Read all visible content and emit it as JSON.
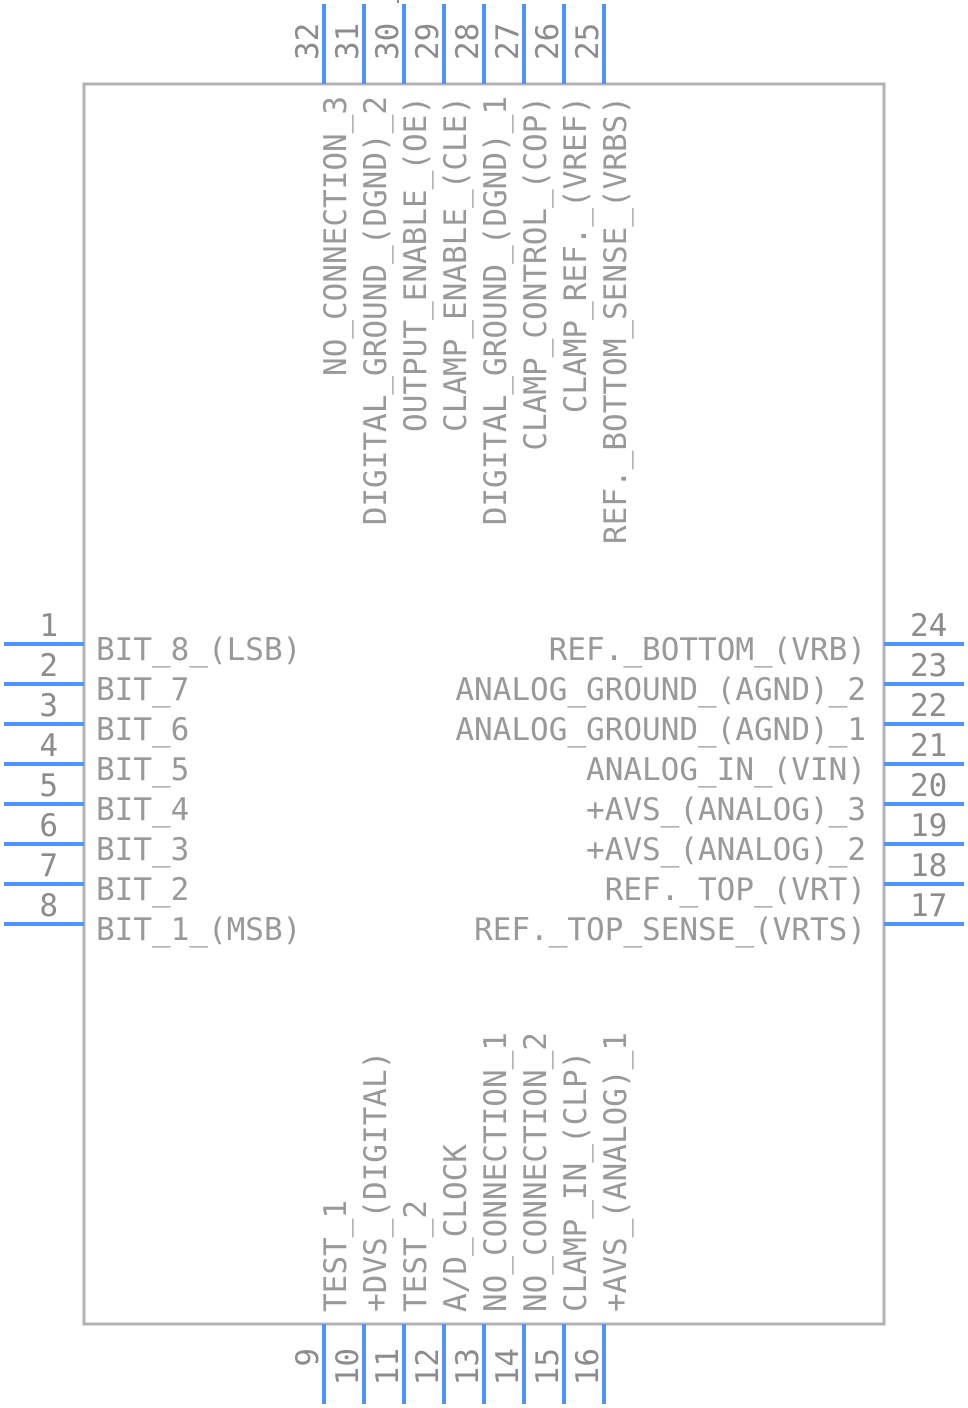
{
  "component": {
    "outline_color": "#b3b3b3",
    "pin_color": "#4d94ff",
    "text_color": "#999999"
  },
  "pins_left": [
    {
      "num": "1",
      "name": "BIT_8_(LSB)"
    },
    {
      "num": "2",
      "name": "BIT_7"
    },
    {
      "num": "3",
      "name": "BIT_6"
    },
    {
      "num": "4",
      "name": "BIT_5"
    },
    {
      "num": "5",
      "name": "BIT_4"
    },
    {
      "num": "6",
      "name": "BIT_3"
    },
    {
      "num": "7",
      "name": "BIT_2"
    },
    {
      "num": "8",
      "name": "BIT_1_(MSB)"
    }
  ],
  "pins_right": [
    {
      "num": "24",
      "name": "REF._BOTTOM_(VRB)"
    },
    {
      "num": "23",
      "name": "ANALOG_GROUND_(AGND)_2"
    },
    {
      "num": "22",
      "name": "ANALOG_GROUND_(AGND)_1"
    },
    {
      "num": "21",
      "name": "ANALOG_IN_(VIN)"
    },
    {
      "num": "20",
      "name": "+AVS_(ANALOG)_3"
    },
    {
      "num": "19",
      "name": "+AVS_(ANALOG)_2"
    },
    {
      "num": "18",
      "name": "REF._TOP_(VRT)"
    },
    {
      "num": "17",
      "name": "REF._TOP_SENSE_(VRTS)"
    }
  ],
  "pins_bottom": [
    {
      "num": "9",
      "name": "TEST_1"
    },
    {
      "num": "10",
      "name": "+DVS_(DIGITAL)"
    },
    {
      "num": "11",
      "name": "TEST_2"
    },
    {
      "num": "12",
      "name": "A/D_CLOCK"
    },
    {
      "num": "13",
      "name": "NO_CONNECTION_1"
    },
    {
      "num": "14",
      "name": "NO_CONNECTION_2"
    },
    {
      "num": "15",
      "name": "CLAMP_IN_(CLP)"
    },
    {
      "num": "16",
      "name": "+AVS_(ANALOG)_1"
    }
  ],
  "pins_top": [
    {
      "num": "32",
      "name": "NO_CONNECTION_3"
    },
    {
      "num": "31",
      "name": "DIGITAL_GROUND_(DGND)_2"
    },
    {
      "num": "30",
      "name": "OUTPUT_ENABLE_(OE)",
      "overbar": true
    },
    {
      "num": "29",
      "name": "CLAMP_ENABLE_(CLE)",
      "overbar": true
    },
    {
      "num": "28",
      "name": "DIGITAL_GROUND_(DGND)_1"
    },
    {
      "num": "27",
      "name": "CLAMP_CONTROL_(COP)"
    },
    {
      "num": "26",
      "name": "CLAMP_REF._(VREF)"
    },
    {
      "num": "25",
      "name": "REF._BOTTOM_SENSE_(VRBS)"
    }
  ]
}
